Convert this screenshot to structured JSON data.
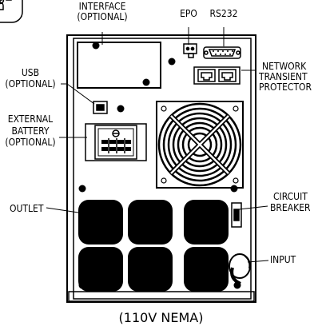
{
  "labels": {
    "interface": "INTERFACE",
    "interface_opt": "(OPTIONAL)",
    "epo": "EPO",
    "rs232": "RS232",
    "network_1": "NETWORK",
    "network_2": "TRANSIENT",
    "network_3": "PROTECTOR",
    "usb": "USB",
    "usb_opt": "(OPTIONAL)",
    "ext_1": "EXTERNAL",
    "ext_2": "BATTERY",
    "ext_3": "(OPTIONAL)",
    "outlet": "OUTLET",
    "breaker_1": "CIRCUIT",
    "breaker_2": "BREAKER",
    "input": "INPUT",
    "caption": "(110V NEMA)"
  }
}
